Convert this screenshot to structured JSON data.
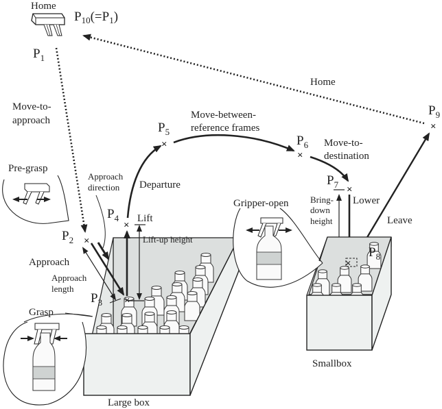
{
  "diagram": {
    "title_home": "Home",
    "points": {
      "p1": {
        "base": "P",
        "sub": "1"
      },
      "p10": {
        "base": "P",
        "sub": "10",
        "suffix": "(=P",
        "suffix_sub": "1",
        "close": ")"
      },
      "p2": {
        "base": "P",
        "sub": "2"
      },
      "p3": {
        "base": "P",
        "sub": "3"
      },
      "p4": {
        "base": "P",
        "sub": "4"
      },
      "p5": {
        "base": "P",
        "sub": "5"
      },
      "p6": {
        "base": "P",
        "sub": "6"
      },
      "p7": {
        "base": "P",
        "sub": "7"
      },
      "p8": {
        "base": "P",
        "sub": "8"
      },
      "p9": {
        "base": "P",
        "sub": "9"
      }
    },
    "labels": {
      "move_to_approach_1": "Move-to-",
      "move_to_approach_2": "approach",
      "pre_grasp": "Pre-grasp",
      "approach_direction_1": "Approach",
      "approach_direction_2": "direction",
      "approach": "Approach",
      "approach_length_1": "Approach",
      "approach_length_2": "length",
      "departure": "Departure",
      "lift": "Lift",
      "lift_up_height": "Lift-up height",
      "grasp": "Grasp",
      "large_box": "Large box",
      "move_between_1": "Move-between-",
      "move_between_2": "reference frames",
      "move_to_destination_1": "Move-to-",
      "move_to_destination_2": "destination",
      "home_return": "Home",
      "bring_down_1": "Bring-",
      "bring_down_2": "down",
      "bring_down_3": "height",
      "lower": "Lower",
      "leave": "Leave",
      "gripper_open": "Gripper-open",
      "small_box": "Smallbox"
    }
  }
}
